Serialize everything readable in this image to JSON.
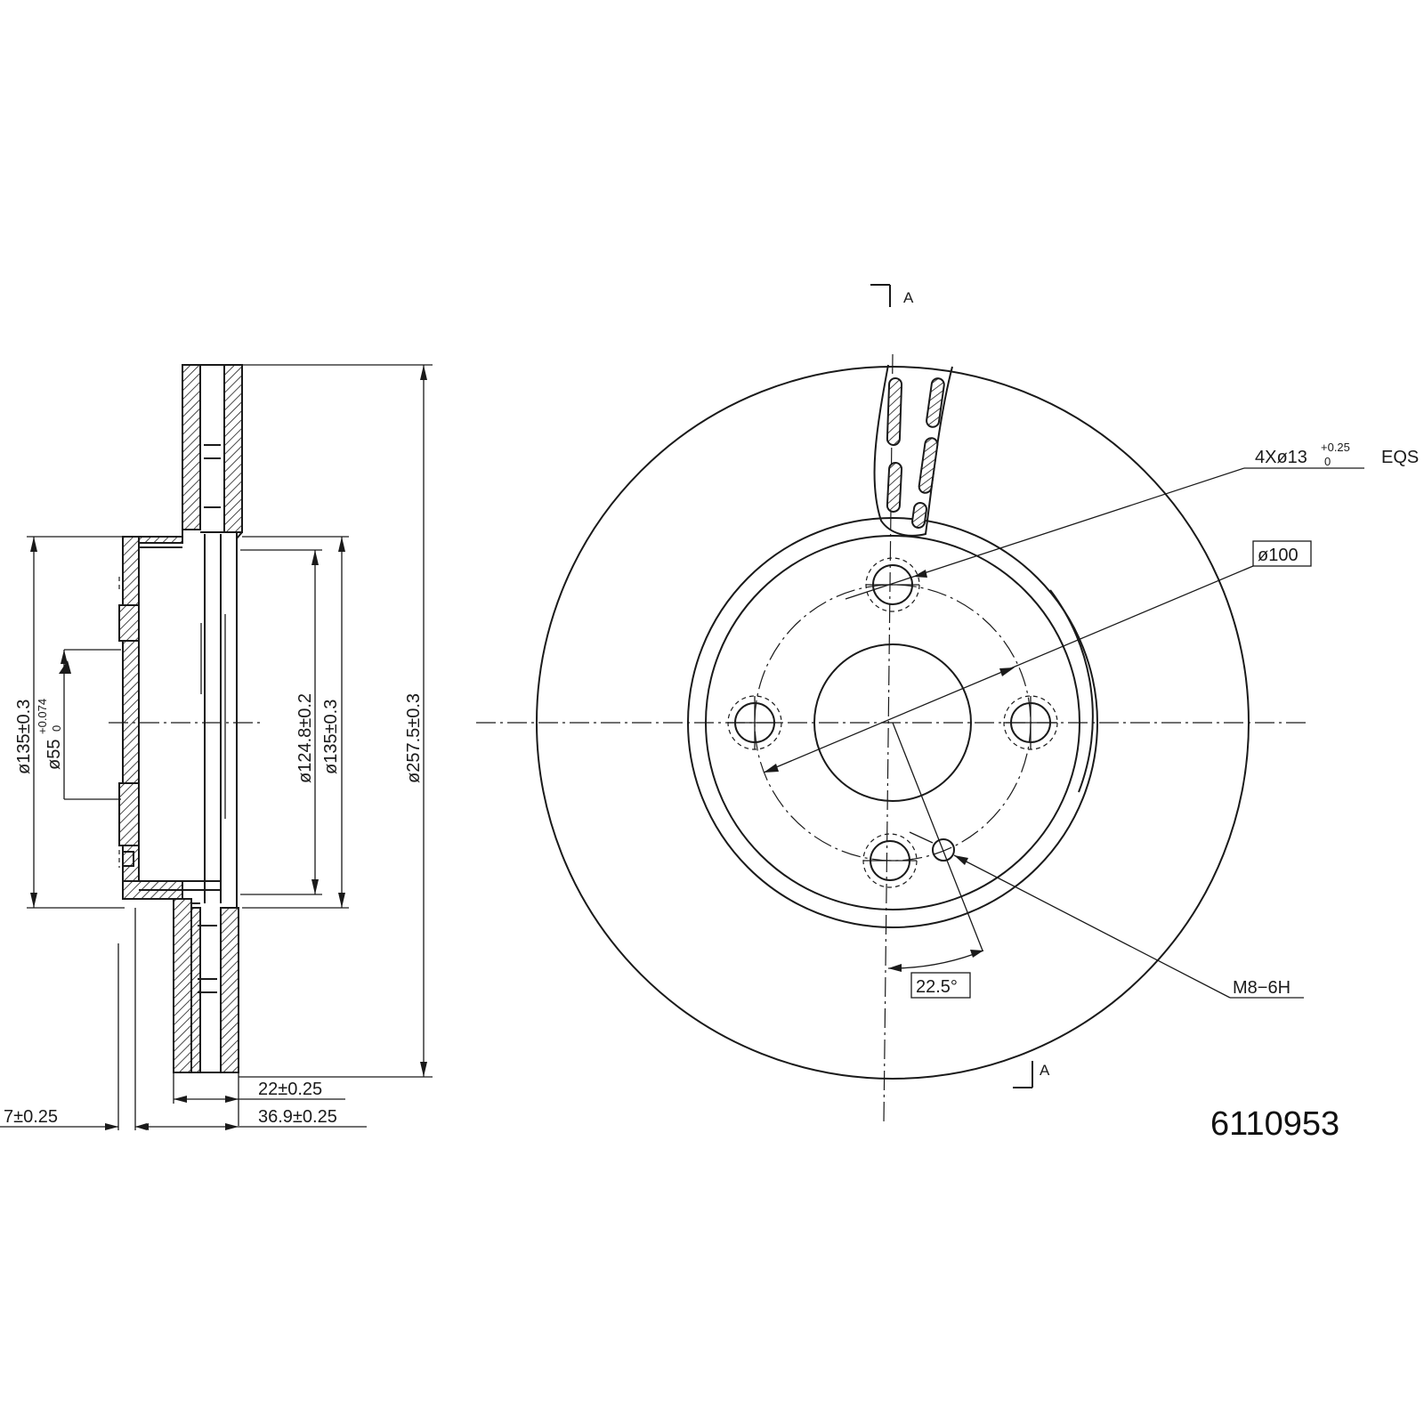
{
  "section_marks": {
    "top": "A",
    "bottom": "A"
  },
  "dimensions": {
    "d135_left": "ø135±0.3",
    "d55": "ø55",
    "d55_tol_upper": "+0.074",
    "d55_tol_lower": "0",
    "d124": "ø124.8±0.2",
    "d135_right": "ø135±0.3",
    "d257": "ø257.5±0.3",
    "thickness_22": "22±0.25",
    "height_36": "36.9±0.25",
    "offset_7": "7±0.25"
  },
  "callouts": {
    "holes_prefix": "4Xø13",
    "holes_tol_upper": "+0.25",
    "holes_tol_lower": "0",
    "holes_suffix": "EQS",
    "pcd": "ø100",
    "angle": "22.5°",
    "thread": "M8−6H"
  },
  "part_number": "6110953"
}
